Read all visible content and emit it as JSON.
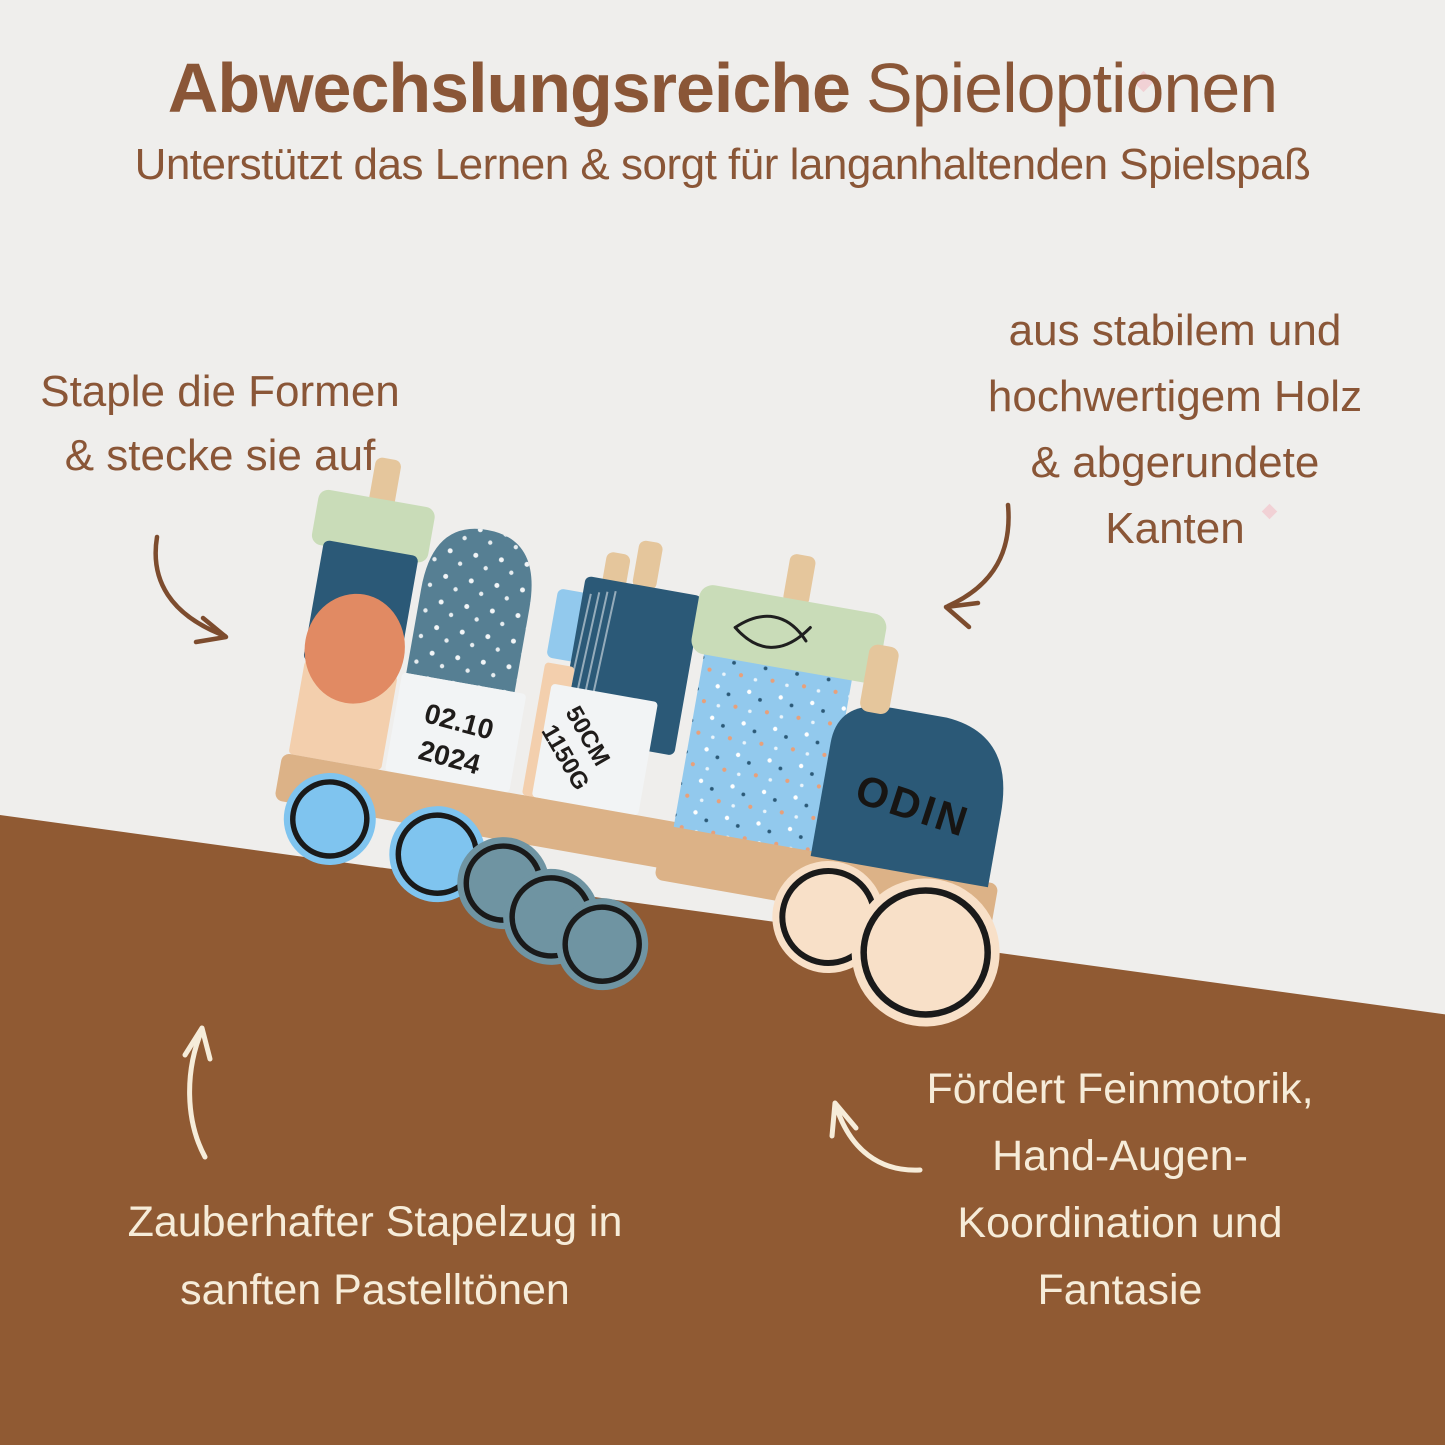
{
  "page": {
    "background_top_color": "#efeeec",
    "background_bottom_color": "#905a33",
    "text_brown_color": "#8a5637",
    "text_cream_color": "#f6ecd9",
    "arrow_brown_color": "#7d4c2e",
    "arrow_cream_color": "#f6ecd9",
    "sparkle_color": "#f2c7cd"
  },
  "header": {
    "title_bold": "Abwechslungsreiche",
    "title_regular": "Spieloptionen",
    "subtitle": "Unterstützt das Lernen & sorgt für langanhaltenden Spielspaß"
  },
  "annotations": {
    "top_left": {
      "lines": [
        "Staple die Formen",
        "& stecke sie auf"
      ]
    },
    "top_right": {
      "lines": [
        "aus stabilem und",
        "hochwertigem Holz",
        "& abgerundete",
        "Kanten"
      ]
    },
    "bottom_left": {
      "lines": [
        "Zauberhafter Stapelzug in",
        "sanften Pastelltönen"
      ]
    },
    "bottom_right": {
      "lines": [
        "Fördert Feinmotorik,",
        "Hand-Augen-",
        "Koordination und",
        "Fantasie"
      ]
    }
  },
  "train": {
    "name_label": "ODIN",
    "date_line1": "02.10",
    "date_line2": "2024",
    "stats_line1": "50CM",
    "stats_line2": "1150G",
    "colors": {
      "wood": "#dcb287",
      "peg": "#e5c69c",
      "mint": "#c9dcb8",
      "navy": "#2b5977",
      "teal": "#567f93",
      "salmon": "#e18a63",
      "peach": "#f3cfad",
      "white_block": "#f2f4f5",
      "light_blue": "#92c9ed",
      "wheel_blue": "#7fc4ef",
      "wheel_slate": "#6f94a2",
      "wheel_cream": "#f8e0c8",
      "tire": "#1a1a1a",
      "ink": "#1f1c1a"
    }
  },
  "icons": {
    "top_left_arrow": "curved-arrow-down-right",
    "top_right_arrow": "curved-arrow-down-left",
    "bottom_left_arrow": "curved-arrow-up",
    "bottom_right_arrow": "curved-arrow-up-left",
    "fish": "fish-outline",
    "sparkle": "pink-sparkle"
  }
}
